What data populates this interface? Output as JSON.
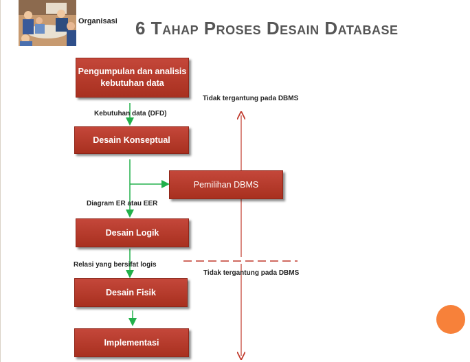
{
  "header": {
    "org_label": "Organisasi",
    "title": "6 Tahap Proses Desain Database"
  },
  "steps": [
    "Pengumpulan dan analisis kebutuhan data",
    "Desain Konseptual",
    "Desain Logik",
    "Desain Fisik",
    "Implementasi"
  ],
  "side_step": "Pemilihan DBMS",
  "flow_labels": {
    "dfd": "Kebutuhan data (DFD)",
    "er": "Diagram ER atau EER",
    "relasi": "Relasi yang bersifat logis"
  },
  "dbms_labels": {
    "top": "Tidak tergantung pada DBMS",
    "bottom": "Tidak tergantung pada DBMS"
  },
  "colors": {
    "box": "#b8392a",
    "flow_arrow": "#22b04b",
    "dbms_arrow": "#c0392b",
    "accent_dot": "#f7813a"
  }
}
